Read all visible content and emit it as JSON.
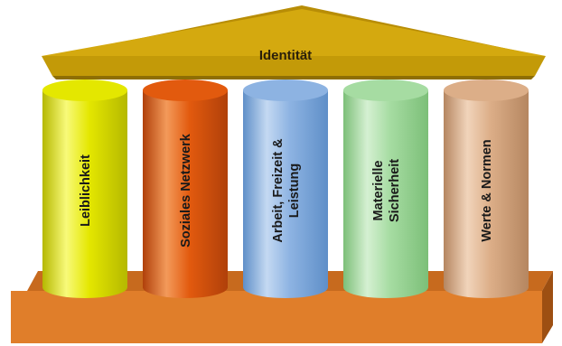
{
  "roof": {
    "label": "Identität",
    "color": "#c9a10a"
  },
  "pillars": [
    {
      "lines": [
        "Leiblichkeit"
      ],
      "color_main": "#e4e700",
      "color_light": "#f8fa7a",
      "color_dark": "#b5b800"
    },
    {
      "lines": [
        "Soziales Netzwerk"
      ],
      "color_main": "#e25a0e",
      "color_light": "#f39a5a",
      "color_dark": "#b0400a"
    },
    {
      "lines": [
        "Arbeit, Freizeit &",
        "Leistung"
      ],
      "color_main": "#8db3e2",
      "color_light": "#c4d9f2",
      "color_dark": "#5f8fc8"
    },
    {
      "lines": [
        "Materielle",
        "Sicherheit"
      ],
      "color_main": "#a6dca2",
      "color_light": "#d5f0d2",
      "color_dark": "#7cbf78"
    },
    {
      "lines": [
        "Werte & Normen"
      ],
      "color_main": "#dcae88",
      "color_light": "#f1d4bb",
      "color_dark": "#b58660"
    }
  ],
  "base": {
    "color": "#e07e2a"
  }
}
